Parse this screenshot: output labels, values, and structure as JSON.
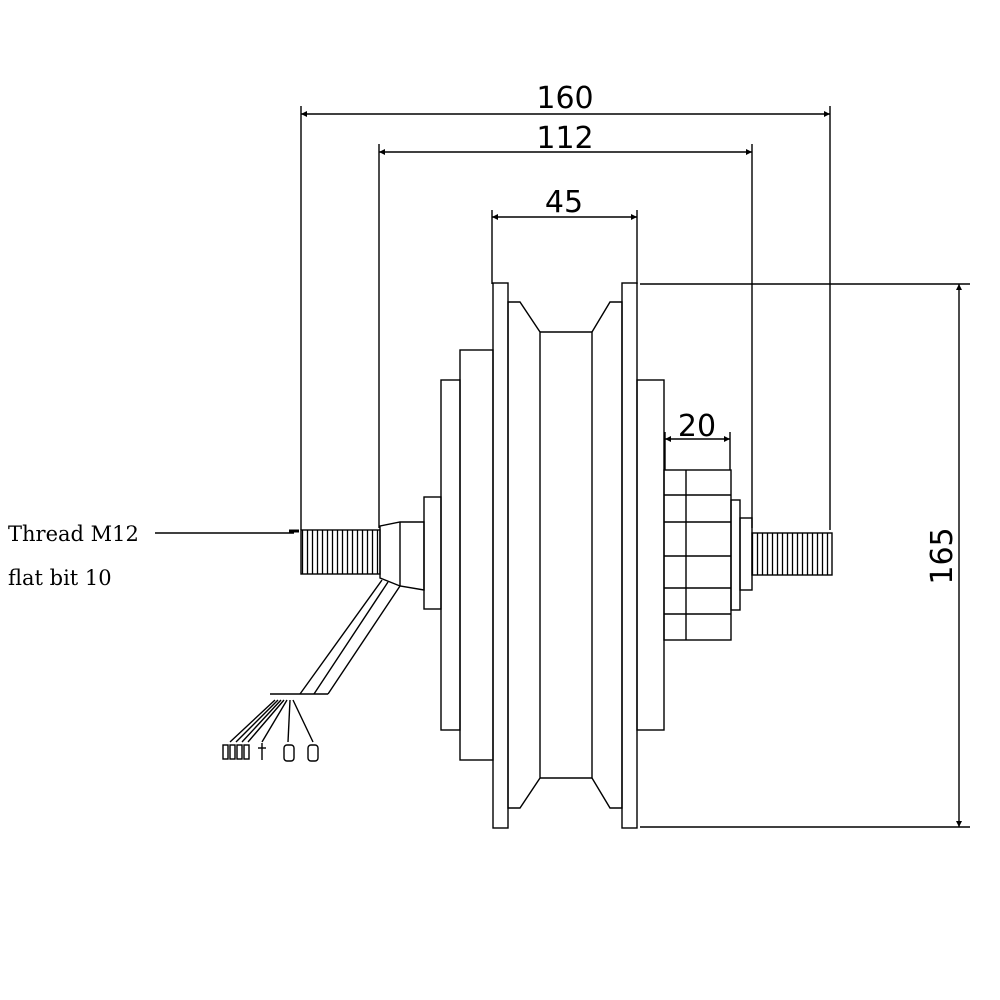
{
  "annotations": {
    "thread_line1": "Thread M12",
    "thread_line2": "flat bit 10"
  },
  "dimensions": {
    "overall_axle_length": "160",
    "dropout_spacing": "112",
    "rim_width": "45",
    "freewheel_width": "20",
    "outer_diameter": "165"
  },
  "colors": {
    "line": "#000000",
    "background": "#ffffff"
  }
}
